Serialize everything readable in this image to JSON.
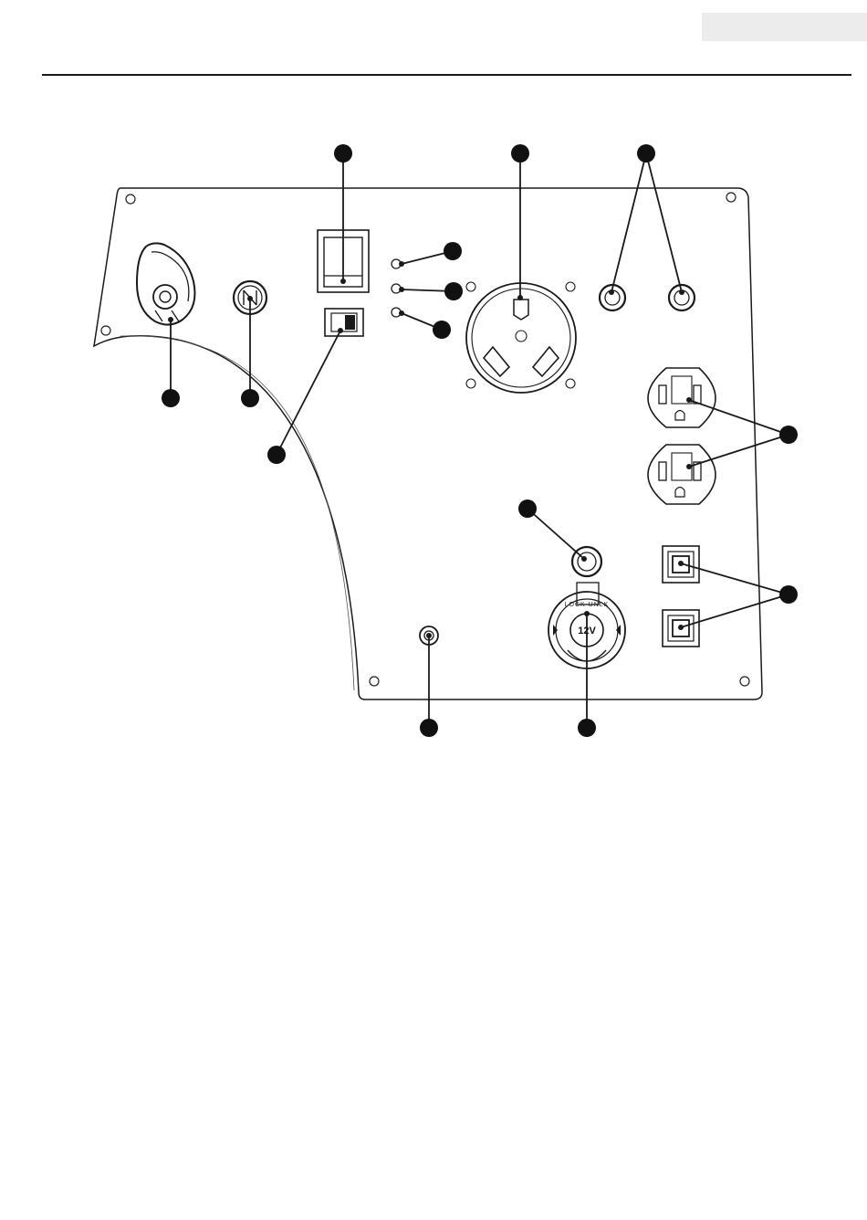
{
  "header": {
    "tab_text": ""
  },
  "panel": {
    "socket_label": "12V",
    "socket_ring_text": "LOCK  UNLK"
  },
  "callouts": [
    {
      "id": "choke-key",
      "label": ""
    },
    {
      "id": "start-button",
      "label": ""
    },
    {
      "id": "breaker-switch",
      "label": ""
    },
    {
      "id": "rocker-switch",
      "label": ""
    },
    {
      "id": "indicator-light-1",
      "label": ""
    },
    {
      "id": "indicator-light-2",
      "label": ""
    },
    {
      "id": "indicator-light-3",
      "label": ""
    },
    {
      "id": "twist-lock-outlet",
      "label": ""
    },
    {
      "id": "upper-breakers",
      "label": ""
    },
    {
      "id": "duplex-outlets",
      "label": ""
    },
    {
      "id": "dc-breaker",
      "label": ""
    },
    {
      "id": "usb-ports",
      "label": ""
    },
    {
      "id": "ground-terminal",
      "label": ""
    },
    {
      "id": "dc-socket",
      "label": ""
    }
  ]
}
